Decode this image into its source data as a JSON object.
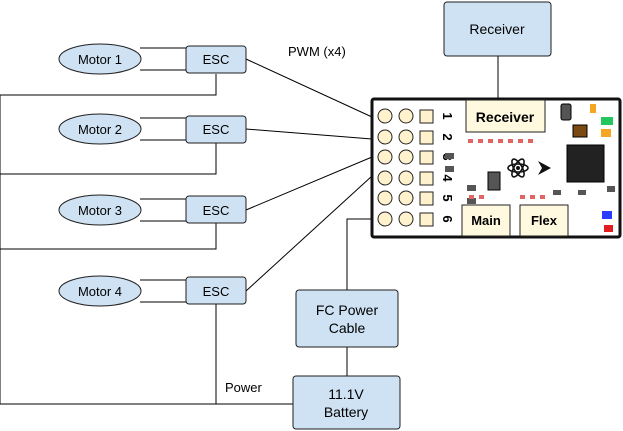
{
  "motors": [
    {
      "label": "Motor 1",
      "esc_label": "ESC"
    },
    {
      "label": "Motor 2",
      "esc_label": "ESC"
    },
    {
      "label": "Motor 3",
      "esc_label": "ESC"
    },
    {
      "label": "Motor 4",
      "esc_label": "ESC"
    }
  ],
  "annotations": {
    "pwm": "PWM (x4)",
    "power": "Power"
  },
  "receiver": {
    "label": "Receiver"
  },
  "fc_power_cable": {
    "line1": "FC Power",
    "line2": "Cable"
  },
  "battery": {
    "line1": "11.1V",
    "line2": "Battery"
  },
  "flight_controller": {
    "pin_numbers": [
      "1",
      "2",
      "3",
      "4",
      "5",
      "6"
    ],
    "receiver_port_label": "Receiver",
    "main_port_label": "Main",
    "flex_port_label": "Flex"
  },
  "colors": {
    "box_fill": "#cfe2f3",
    "box_stroke": "#1f1f1f",
    "board_fill": "#ffffff",
    "pin_fill": "#fff2cc",
    "port_fill": "#fff9e0",
    "chip_dark": "#222222",
    "led_green": "#22c55e",
    "led_blue": "#2b3cff",
    "led_red": "#e11d1d",
    "cap_brown": "#7a4a12",
    "pad_orange": "#f5a623",
    "board_dot": "#e06666"
  }
}
